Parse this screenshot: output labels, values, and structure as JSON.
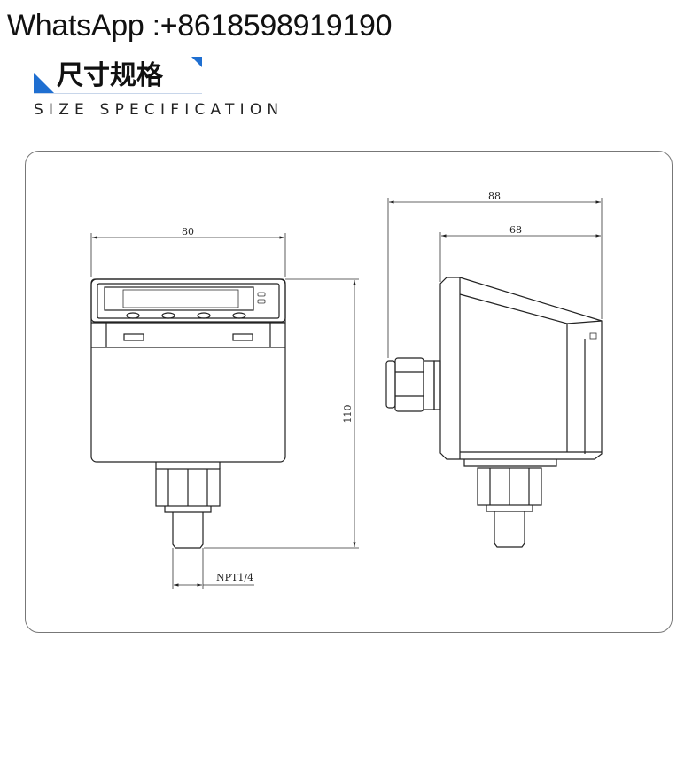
{
  "header": {
    "contact": "WhatsApp :+8618598919190",
    "title_cn": "尺寸规格",
    "subtitle_en": "SIZE SPECIFICATION",
    "accent_color": "#1f6fd1"
  },
  "drawing": {
    "front_view": {
      "width_dim": "80",
      "height_dim": "110",
      "thread_label": "NPT1/4"
    },
    "side_view": {
      "overall_depth_dim": "88",
      "body_depth_dim": "68"
    }
  }
}
